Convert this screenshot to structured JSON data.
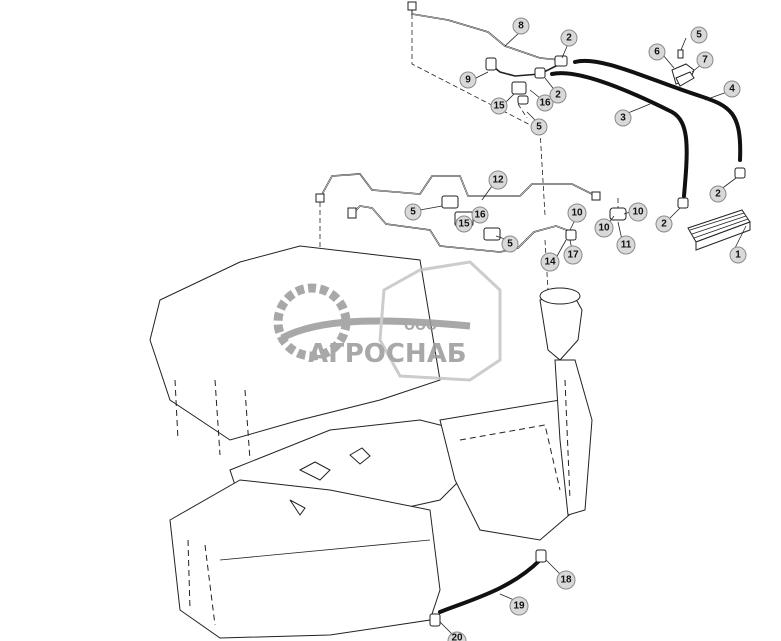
{
  "watermark": {
    "small_text": "ООО",
    "brand_text": "АГРОСНАБ",
    "color": "#9a9a9a"
  },
  "callouts": [
    {
      "id": "c8",
      "label": "8"
    },
    {
      "id": "c2a",
      "label": "2"
    },
    {
      "id": "c5a",
      "label": "5"
    },
    {
      "id": "c6",
      "label": "6"
    },
    {
      "id": "c7",
      "label": "7"
    },
    {
      "id": "c9",
      "label": "9"
    },
    {
      "id": "c15a",
      "label": "15"
    },
    {
      "id": "c16a",
      "label": "16"
    },
    {
      "id": "c2b",
      "label": "2"
    },
    {
      "id": "c4",
      "label": "4"
    },
    {
      "id": "c3",
      "label": "3"
    },
    {
      "id": "c5b",
      "label": "5"
    },
    {
      "id": "c12",
      "label": "12"
    },
    {
      "id": "c2c",
      "label": "2"
    },
    {
      "id": "c5c",
      "label": "5"
    },
    {
      "id": "c16b",
      "label": "16"
    },
    {
      "id": "c10a",
      "label": "10"
    },
    {
      "id": "c10b",
      "label": "10"
    },
    {
      "id": "c15b",
      "label": "15"
    },
    {
      "id": "c2d",
      "label": "2"
    },
    {
      "id": "c10c",
      "label": "10"
    },
    {
      "id": "c5d",
      "label": "5"
    },
    {
      "id": "c11",
      "label": "11"
    },
    {
      "id": "c1",
      "label": "1"
    },
    {
      "id": "c14",
      "label": "14"
    },
    {
      "id": "c17",
      "label": "17"
    },
    {
      "id": "c18",
      "label": "18"
    },
    {
      "id": "c19",
      "label": "19"
    },
    {
      "id": "c20",
      "label": "20"
    }
  ]
}
